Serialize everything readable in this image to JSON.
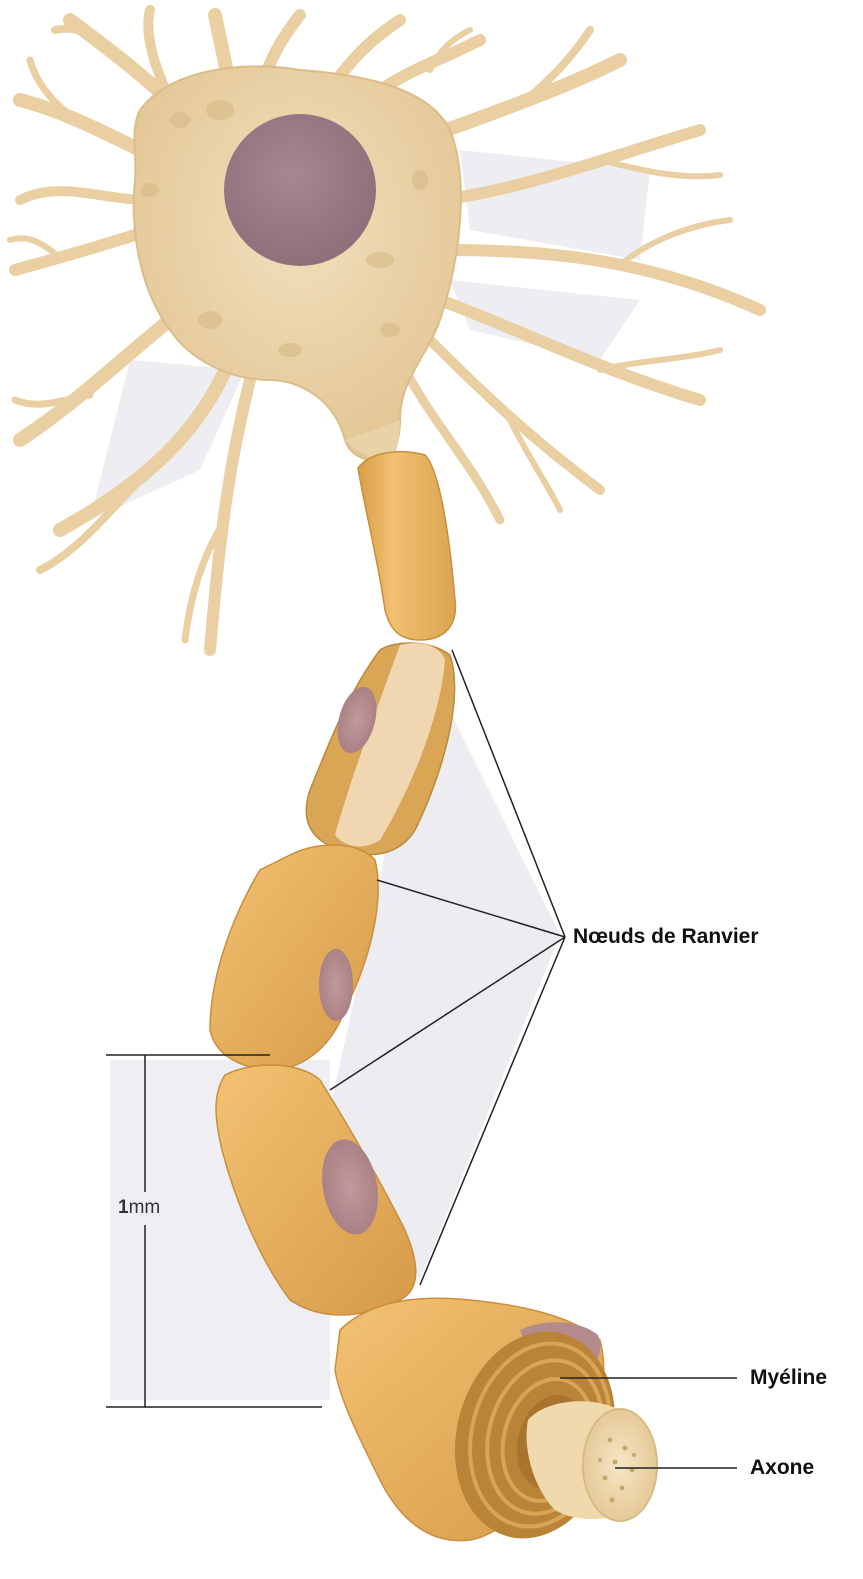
{
  "labels": {
    "nodes_of_ranvier": "Nœuds de Ranvier",
    "myelin": "Myéline",
    "axon": "Axone",
    "scale_value": "1",
    "scale_unit": "mm"
  },
  "colors": {
    "cell_body": "#ecd7ae",
    "dendrite": "#e9cfa2",
    "nucleus": "#9b7b86",
    "myelin_sheath": "#e6b05e",
    "sheath_shadow": "#c98e3e",
    "schwann_nucleus": "#b88a8a",
    "axon_core": "#f0dcb4",
    "leader_line": "#222222",
    "shading": "#ededf1"
  }
}
